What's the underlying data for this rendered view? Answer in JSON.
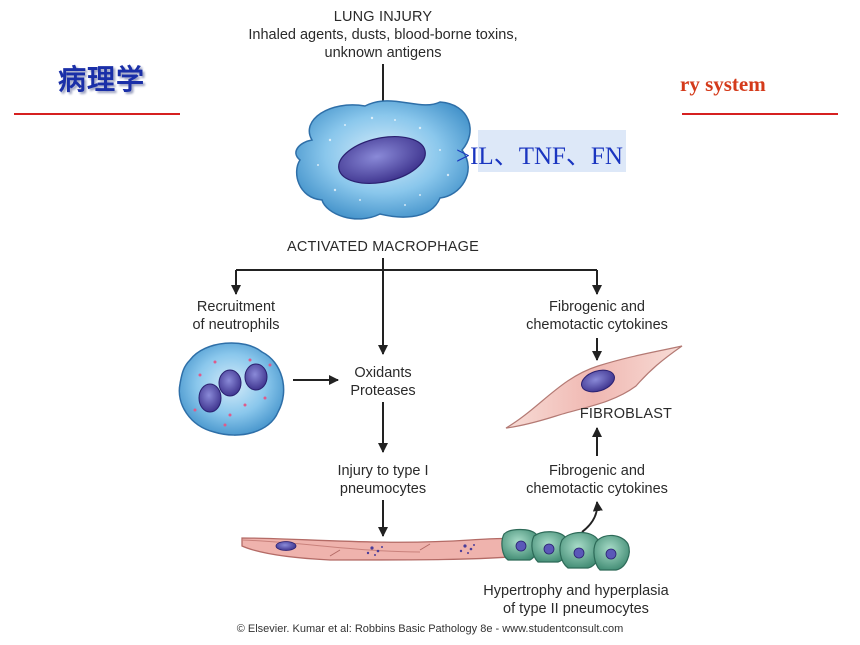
{
  "slide": {
    "title": "病理学",
    "subtitle_fragment": "ry system"
  },
  "cytokine_overlay": {
    "text": ">IL、TNF、FN"
  },
  "diagram": {
    "lung_injury": {
      "title": "LUNG INJURY",
      "line1": "Inhaled agents, dusts, blood-borne toxins,",
      "line2": "unknown antigens"
    },
    "activated_macrophage": "ACTIVATED MACROPHAGE",
    "recruitment": {
      "line1": "Recruitment",
      "line2": "of neutrophils"
    },
    "cytokines_top": {
      "line1": "Fibrogenic and",
      "line2": "chemotactic cytokines"
    },
    "oxidants": {
      "line1": "Oxidants",
      "line2": "Proteases"
    },
    "fibroblast": "FIBROBLAST",
    "injury_type1": {
      "line1": "Injury to type I",
      "line2": "pneumocytes"
    },
    "cytokines_bottom": {
      "line1": "Fibrogenic and",
      "line2": "chemotactic cytokines"
    },
    "hypertrophy": {
      "line1": "Hypertrophy and hyperplasia",
      "line2": "of type II pneumocytes"
    }
  },
  "footer": {
    "copyright": "© Elsevier. Kumar et al: Robbins Basic Pathology 8e - www.studentconsult.com"
  },
  "colors": {
    "title_blue": "#1a2fa8",
    "rule_red": "#d62020",
    "subtitle_red": "#d43a1a",
    "cytokine_blue": "#1a35c0",
    "macrophage_blue": "#5aaee0",
    "nucleus_purple": "#4a3d9a",
    "fibroblast_pink": "#f3c6c4",
    "type2_green": "#4e9a84"
  }
}
